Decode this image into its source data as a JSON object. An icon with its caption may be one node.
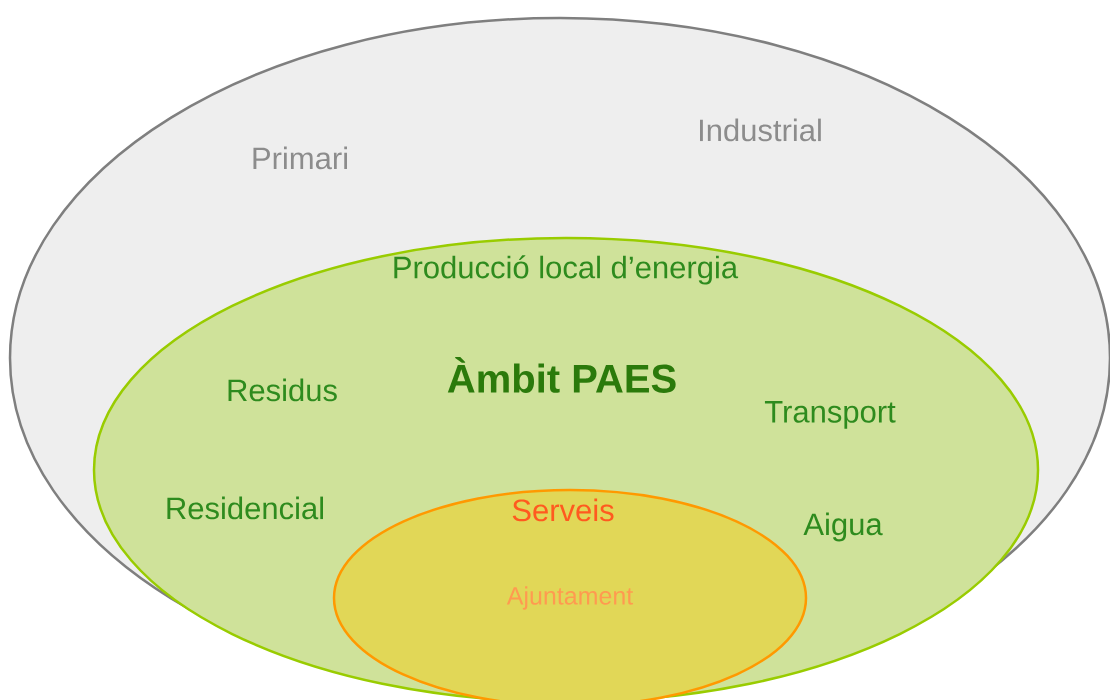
{
  "diagram": {
    "nodes": [
      {
        "text": [
          "Primari",
          "Industrial"
        ]
      },
      {
        "text": [
          "Producció local d’energia",
          "Àmbit PAES",
          "Residus",
          "Transport",
          "Residencial",
          "Aigua"
        ],
        "in": 0
      },
      {
        "text": [
          "Serveis",
          "Ajuntament"
        ],
        "in": 1
      }
    ]
  }
}
